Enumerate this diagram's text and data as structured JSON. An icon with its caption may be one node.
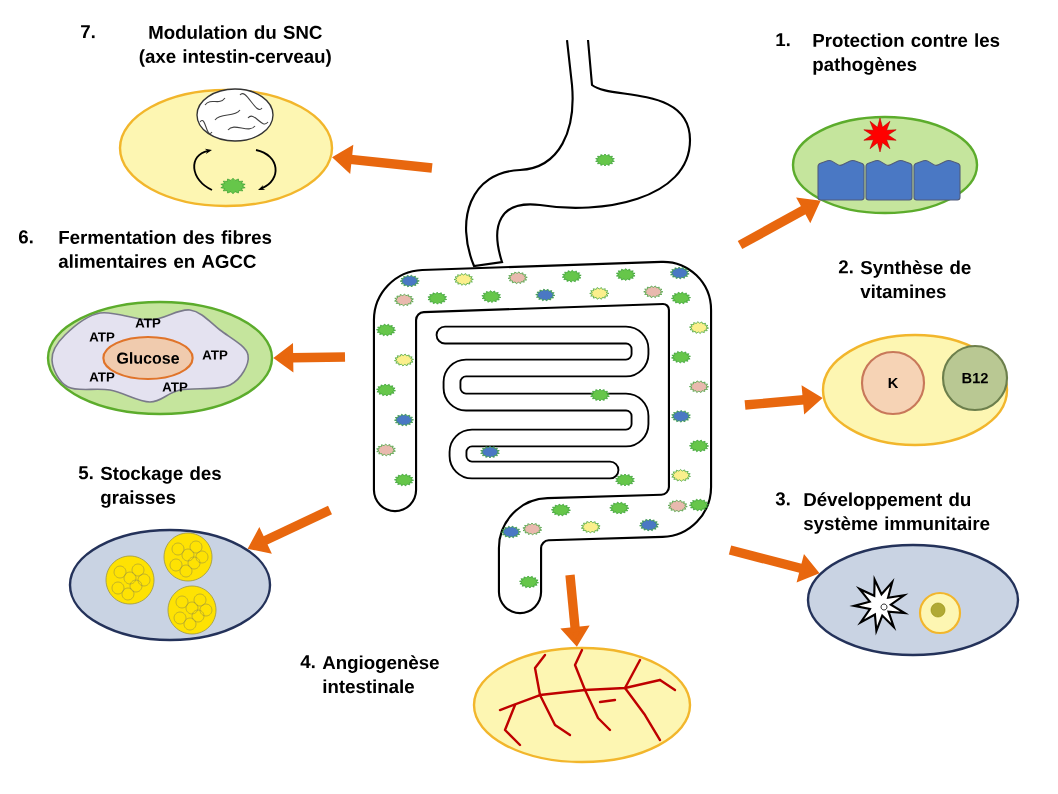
{
  "diagram": {
    "nodes": [
      {
        "text": [],
        "shape": "picture"
      },
      {
        "text": [
          "1.",
          "Protection contre les pathogènes"
        ]
      },
      {
        "text": [
          "2.",
          "Synthèse de vitamines"
        ]
      },
      {
        "text": [
          "K"
        ],
        "in": 2
      },
      {
        "text": [
          "B12"
        ],
        "in": 2
      },
      {
        "text": [
          "3.",
          "Développement du système immunitaire"
        ]
      },
      {
        "text": [
          "4.",
          "Angiogenèse intestinale"
        ]
      },
      {
        "text": [
          "5.",
          "Stockage des graisses"
        ]
      },
      {
        "text": [
          "6.",
          "Fermentation des fibres alimentaires en AGCC"
        ]
      },
      {
        "text": [
          "ATP",
          "ATP",
          "ATP",
          "ATP",
          "ATP"
        ],
        "in": 8
      },
      {
        "text": [
          "Glucose"
        ],
        "in": 9
      },
      {
        "text": [
          "7.",
          "Modulation du SNC (axe intestin-cerveau)"
        ]
      }
    ],
    "edges": [
      {
        "from": 0,
        "to": 1,
        "arrow": "to"
      },
      {
        "from": 0,
        "to": 2,
        "arrow": "to"
      },
      {
        "from": 0,
        "to": 5,
        "arrow": "to"
      },
      {
        "from": 0,
        "to": 6,
        "arrow": "to"
      },
      {
        "from": 0,
        "to": 7,
        "arrow": "to"
      },
      {
        "from": 0,
        "to": 8,
        "arrow": "to"
      },
      {
        "from": 0,
        "to": 11,
        "arrow": "to"
      }
    ]
  }
}
